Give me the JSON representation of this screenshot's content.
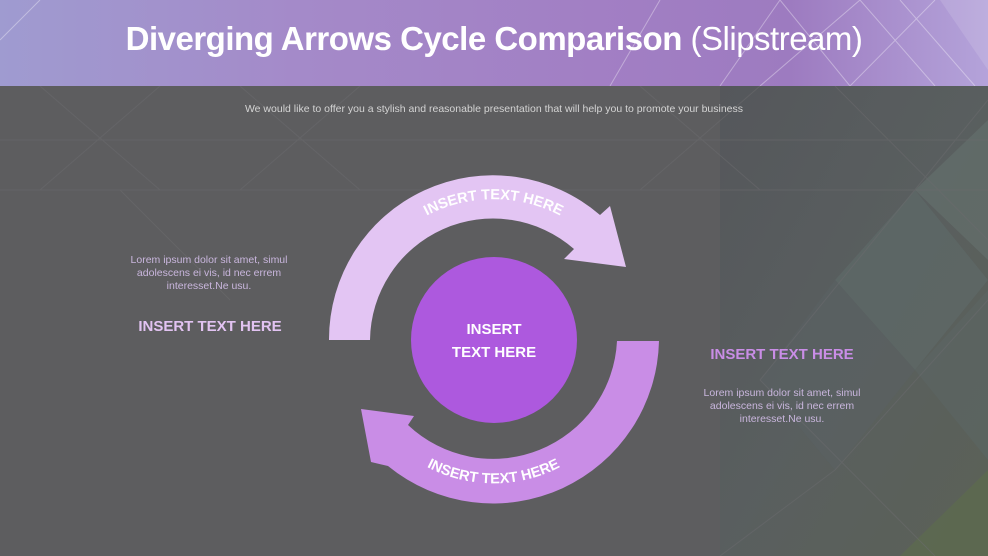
{
  "header": {
    "title_bold": "Diverging Arrows Cycle Comparison",
    "title_light": "(Slipstream)",
    "subtitle": "We would like to offer you a stylish and reasonable presentation that will help you to promote your business"
  },
  "left_panel": {
    "body": "Lorem ipsum dolor sit amet, simul adolescens ei vis, id nec errem interesset.Ne usu.",
    "heading": "INSERT TEXT HERE"
  },
  "right_panel": {
    "heading": "INSERT TEXT HERE",
    "body": "Lorem ipsum dolor sit amet, simul adolescens ei vis, id nec errem interesset.Ne usu."
  },
  "cycle": {
    "top_arrow_label": "INSERT TEXT HERE",
    "bottom_arrow_label": "INSERT TEXT HERE",
    "center_line1": "INSERT",
    "center_line2": "TEXT HERE"
  },
  "colors": {
    "background": "#5d5d5f",
    "top_arrow": "#e3c5f3",
    "bottom_arrow": "#c98de6",
    "center_circle": "#ad59de",
    "left_heading": "#e2c3f2",
    "right_heading": "#c98de6"
  }
}
